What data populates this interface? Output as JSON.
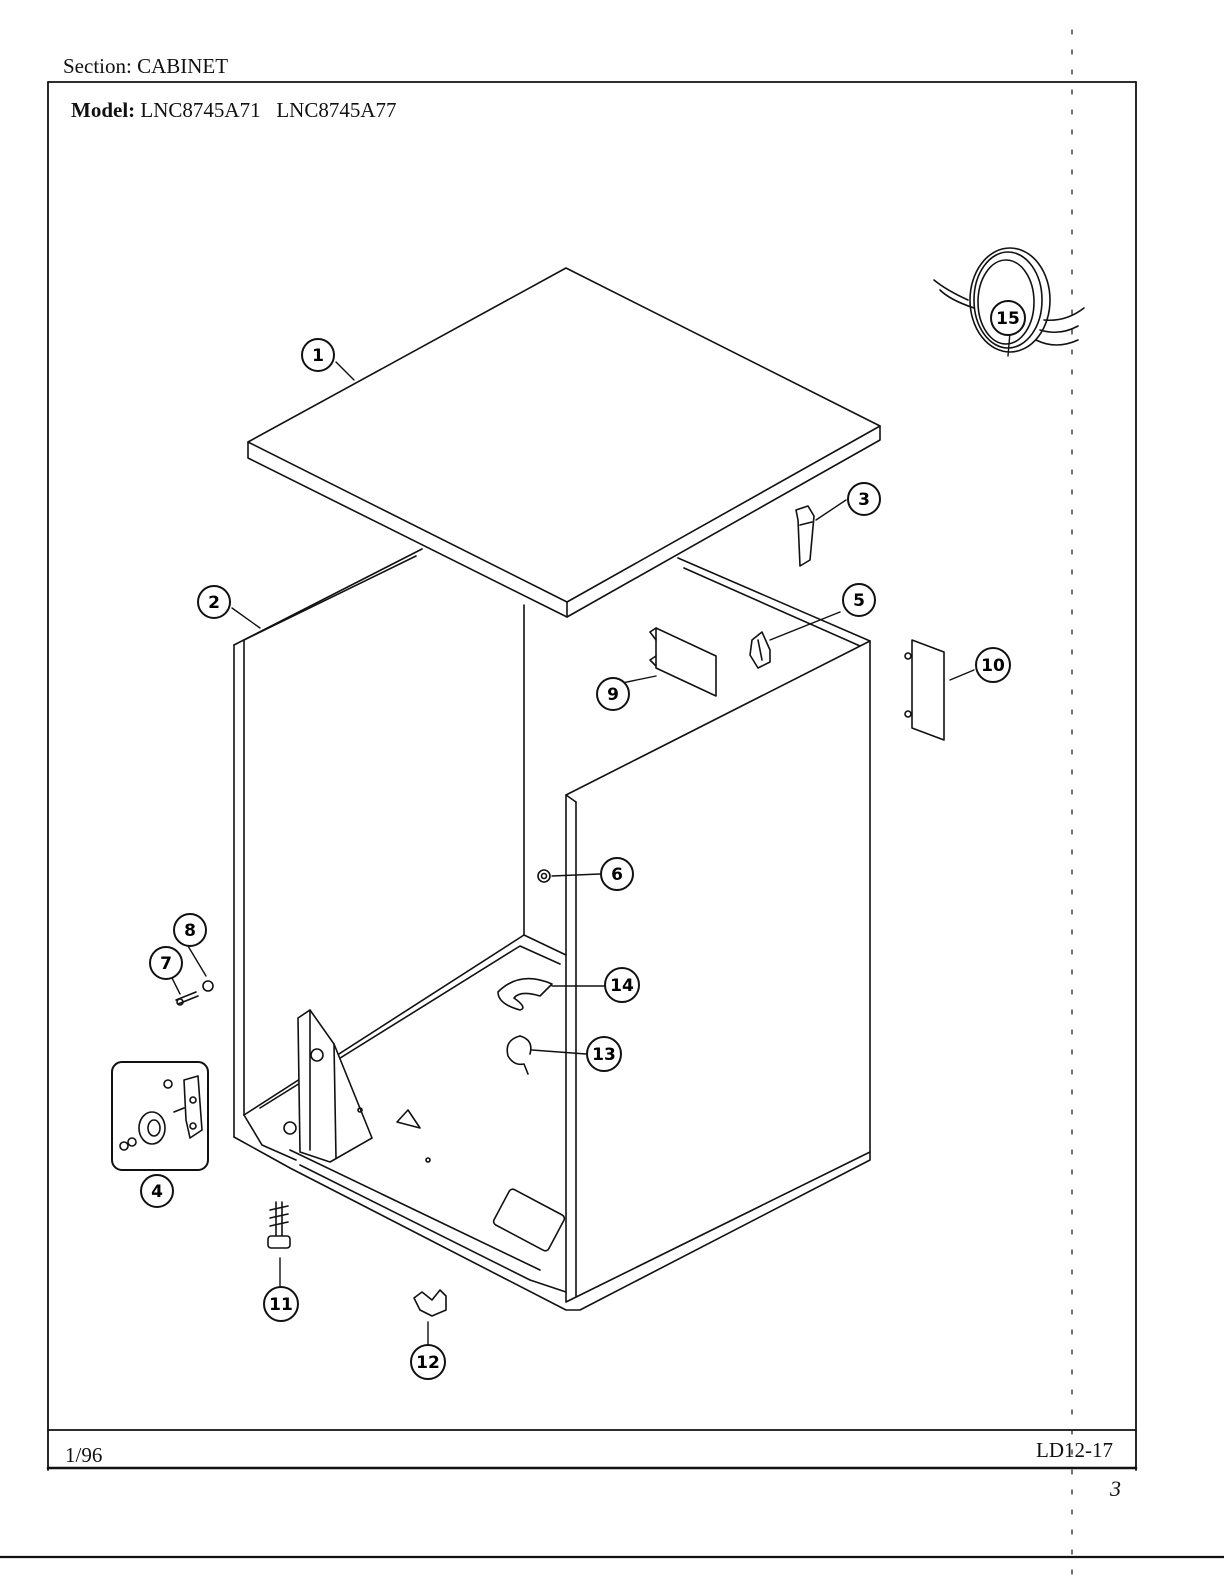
{
  "header": {
    "section_label": "Sectio",
    "section_label_rest": "n:",
    "section_value": "CABINET",
    "model_label": "Model:",
    "model_values": "LNC8745A71   LNC8745A77"
  },
  "footer": {
    "date": "1/96",
    "code": "LD12-17",
    "page_mark": "3"
  },
  "callouts": {
    "c1": "1",
    "c2": "2",
    "c3": "3",
    "c4": "4",
    "c5": "5",
    "c6": "6",
    "c7": "7",
    "c8": "8",
    "c9": "9",
    "c10": "10",
    "c11": "11",
    "c12": "12",
    "c13": "13",
    "c14": "14",
    "c15": "15"
  }
}
